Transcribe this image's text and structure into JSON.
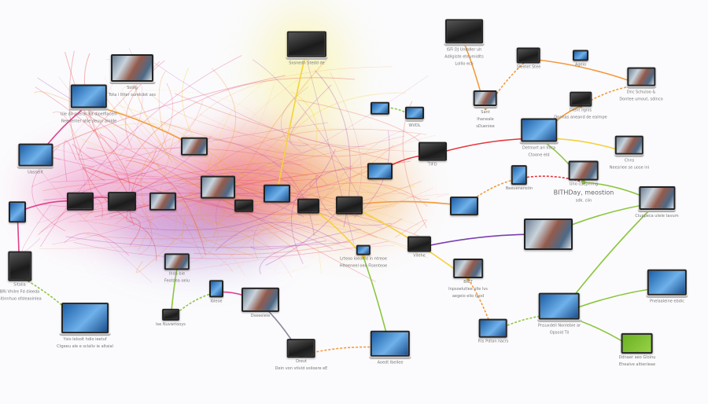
{
  "diagram": {
    "colors": {
      "pink": "#e0408a",
      "red": "#e8333a",
      "orange": "#f39a3a",
      "yellow": "#f4d23a",
      "green": "#8cc63f",
      "purple": "#7a3fb0",
      "gray": "#8a8a9a"
    },
    "nodes": [
      {
        "id": "n1",
        "kind": "laptop",
        "style": "photo",
        "caption": [
          "Sollig",
          "Tota i litter surekdot ass"
        ]
      },
      {
        "id": "n2",
        "kind": "laptop",
        "style": "blue",
        "caption": [
          "Uie da sueral lila dioelflacem",
          "Reeventer alse deuur alolde"
        ]
      },
      {
        "id": "n3",
        "kind": "laptop",
        "style": "blue",
        "caption": [
          "Uasselit"
        ]
      },
      {
        "id": "n4",
        "kind": "tablet",
        "style": "blue",
        "caption": []
      },
      {
        "id": "n5",
        "kind": "monitor",
        "style": "dark",
        "caption": []
      },
      {
        "id": "n6",
        "kind": "monitor",
        "style": "dark",
        "caption": []
      },
      {
        "id": "n7",
        "kind": "monitor",
        "style": "photo",
        "caption": []
      },
      {
        "id": "n8",
        "kind": "monitor",
        "style": "photo",
        "caption": []
      },
      {
        "id": "n9",
        "kind": "laptop",
        "style": "dark",
        "caption": [
          "Sosnedn Stedd de"
        ]
      },
      {
        "id": "n10",
        "kind": "monitor",
        "style": "photo",
        "caption": []
      },
      {
        "id": "n11",
        "kind": "monitor",
        "style": "blue",
        "caption": []
      },
      {
        "id": "n12",
        "kind": "monitor",
        "style": "dark",
        "caption": []
      },
      {
        "id": "n13",
        "kind": "monitor",
        "style": "dark",
        "caption": []
      },
      {
        "id": "n14",
        "kind": "monitor",
        "style": "blue",
        "caption": []
      },
      {
        "id": "n15",
        "kind": "monitor",
        "style": "dark",
        "caption": [
          "TIFD"
        ]
      },
      {
        "id": "n16",
        "kind": "laptop",
        "style": "dark",
        "caption": [
          "ISFi DJ Unddler uh",
          "Adilgiste eteumidlts",
          "Lolllo ecli"
        ]
      },
      {
        "id": "n17",
        "kind": "laptop",
        "style": "blue",
        "caption": [
          "WVDL"
        ]
      },
      {
        "id": "n18",
        "kind": "monitor",
        "style": "blue",
        "caption": []
      },
      {
        "id": "n19",
        "kind": "monitor",
        "style": "dark",
        "caption": [
          "Sleetet Stee"
        ]
      },
      {
        "id": "n20",
        "kind": "monitor",
        "style": "blue",
        "caption": [
          "Ageio"
        ]
      },
      {
        "id": "n21",
        "kind": "laptop",
        "style": "photo",
        "caption": [
          "Sant",
          "Ihaneale",
          "sDueniee"
        ]
      },
      {
        "id": "n22",
        "kind": "laptop",
        "style": "blue",
        "caption": [
          "Detmort ari Intra",
          "Ctoone eld"
        ]
      },
      {
        "id": "n23",
        "kind": "monitor",
        "style": "dark",
        "caption": [
          "Dieht ilgnis",
          "Dpnhas aneand de ealmpe"
        ]
      },
      {
        "id": "n24",
        "kind": "laptop",
        "style": "photo",
        "caption": [
          "Dnc Schuloo &",
          "Dontee umout, sdinco"
        ]
      },
      {
        "id": "n25",
        "kind": "laptop",
        "style": "photo",
        "caption": [
          "Chns",
          "Neesriee se uose ini"
        ]
      },
      {
        "id": "n26",
        "kind": "tablet",
        "style": "blue",
        "caption": [
          "Beeuenenstin"
        ]
      },
      {
        "id": "n27",
        "kind": "monitor",
        "style": "photo",
        "caption": [
          "Uno cuepming",
          "BITHDay, meostion",
          "sdk. ciin"
        ]
      },
      {
        "id": "n28",
        "kind": "laptop",
        "style": "photo",
        "caption": [
          "Cluppeca utele tavum"
        ]
      },
      {
        "id": "n29",
        "kind": "monitor",
        "style": "photo",
        "caption": []
      },
      {
        "id": "n30",
        "kind": "monitor",
        "style": "blue",
        "caption": []
      },
      {
        "id": "n31",
        "kind": "monitor",
        "style": "dark",
        "caption": [
          "Vilehe"
        ]
      },
      {
        "id": "n32",
        "kind": "tablet",
        "style": "dark",
        "caption": [
          "Sitalia",
          "BRi Vhilre Fd dieeda",
          "Sitinnhuo ofsleaoinlea"
        ]
      },
      {
        "id": "n33",
        "kind": "laptop",
        "style": "blue",
        "caption": [
          "Ysio Ielsolt hdio ieetuf",
          "Ctgeeu ale e sclaliv ie altaial"
        ]
      },
      {
        "id": "n34",
        "kind": "laptop",
        "style": "blue",
        "caption": [
          "Pnelaaleine ebdic"
        ]
      },
      {
        "id": "n35",
        "kind": "monitor",
        "style": "green",
        "caption": [
          "Ddnaer aeo Gloinu",
          "Ehealve altienleae"
        ]
      },
      {
        "id": "n36",
        "kind": "laptop",
        "style": "blue",
        "caption": [
          "Pnsuxdell Nonlebie ar",
          "Opsoid Tii"
        ]
      },
      {
        "id": "n37",
        "kind": "monitor",
        "style": "blue",
        "caption": [
          "Fiis Pdtan liacrs"
        ]
      },
      {
        "id": "n38",
        "kind": "laptop",
        "style": "blue",
        "caption": [
          "Aoedt Ibellee"
        ]
      },
      {
        "id": "n39",
        "kind": "monitor",
        "style": "dark",
        "caption": [
          "Drevt",
          "Dein von vtivid soiloere eE"
        ]
      },
      {
        "id": "n40",
        "kind": "monitor",
        "style": "dark",
        "caption": [
          "Ise Nuvwriooys"
        ]
      },
      {
        "id": "n41",
        "kind": "tablet",
        "style": "blue",
        "caption": [
          "Ibleoe"
        ]
      },
      {
        "id": "n42",
        "kind": "monitor",
        "style": "photo",
        "caption": [
          "Dseeelele"
        ]
      },
      {
        "id": "n43",
        "kind": "monitor",
        "style": "blue",
        "caption": [
          "Lrteoo loeoeld in ntreoe",
          "Hiteeneel oeo Fisenteoe"
        ]
      },
      {
        "id": "n44",
        "kind": "monitor",
        "style": "photo",
        "caption": [
          "BRIT",
          "Inpsoelutlee olle lvs",
          "aegeio elio tpod"
        ]
      },
      {
        "id": "n45",
        "kind": "monitor",
        "style": "dark",
        "caption": []
      },
      {
        "id": "n46",
        "kind": "monitor",
        "style": "photo",
        "caption": [
          "Ihda bie",
          "Feotdea oeiu"
        ]
      }
    ],
    "edges": [
      {
        "from": "n2",
        "to": "n10",
        "color": "orange"
      },
      {
        "from": "n3",
        "to": "n2",
        "color": "pink"
      },
      {
        "from": "n4",
        "to": "n5",
        "color": "pink"
      },
      {
        "from": "n5",
        "to": "n6",
        "color": "pink"
      },
      {
        "from": "n32",
        "to": "n4",
        "color": "pink"
      },
      {
        "from": "n33",
        "to": "n32",
        "color": "green",
        "dashed": true
      },
      {
        "from": "n9",
        "to": "n11",
        "color": "yellow"
      },
      {
        "from": "n14",
        "to": "n15",
        "color": "red"
      },
      {
        "from": "n15",
        "to": "n22",
        "color": "red"
      },
      {
        "from": "n17",
        "to": "n18",
        "color": "green",
        "dashed": true
      },
      {
        "from": "n21",
        "to": "n16",
        "color": "orange"
      },
      {
        "from": "n21",
        "to": "n19",
        "color": "orange",
        "dashed": true
      },
      {
        "from": "n19",
        "to": "n24",
        "color": "orange"
      },
      {
        "from": "n23",
        "to": "n24",
        "color": "orange",
        "dashed": true
      },
      {
        "from": "n22",
        "to": "n23",
        "color": "orange"
      },
      {
        "from": "n22",
        "to": "n25",
        "color": "yellow"
      },
      {
        "from": "n26",
        "to": "n27",
        "color": "red",
        "dashed": true
      },
      {
        "from": "n22",
        "to": "n27",
        "color": "green"
      },
      {
        "from": "n27",
        "to": "n28",
        "color": "green"
      },
      {
        "from": "n28",
        "to": "n36",
        "color": "green"
      },
      {
        "from": "n36",
        "to": "n34",
        "color": "green"
      },
      {
        "from": "n36",
        "to": "n35",
        "color": "green"
      },
      {
        "from": "n36",
        "to": "n37",
        "color": "green",
        "dashed": true
      },
      {
        "from": "n29",
        "to": "n28",
        "color": "green"
      },
      {
        "from": "n13",
        "to": "n30",
        "color": "orange"
      },
      {
        "from": "n30",
        "to": "n26",
        "color": "orange",
        "dashed": true
      },
      {
        "from": "n13",
        "to": "n44",
        "color": "yellow"
      },
      {
        "from": "n12",
        "to": "n43",
        "color": "yellow"
      },
      {
        "from": "n39",
        "to": "n38",
        "color": "orange",
        "dashed": true
      },
      {
        "from": "n43",
        "to": "n38",
        "color": "green"
      },
      {
        "from": "n40",
        "to": "n41",
        "color": "green",
        "dashed": true
      },
      {
        "from": "n41",
        "to": "n42",
        "color": "pink"
      },
      {
        "from": "n46",
        "to": "n40",
        "color": "green"
      },
      {
        "from": "n31",
        "to": "n29",
        "color": "purple"
      },
      {
        "from": "n44",
        "to": "n37",
        "color": "orange",
        "dashed": true
      },
      {
        "from": "n42",
        "to": "n39",
        "color": "gray"
      }
    ]
  }
}
